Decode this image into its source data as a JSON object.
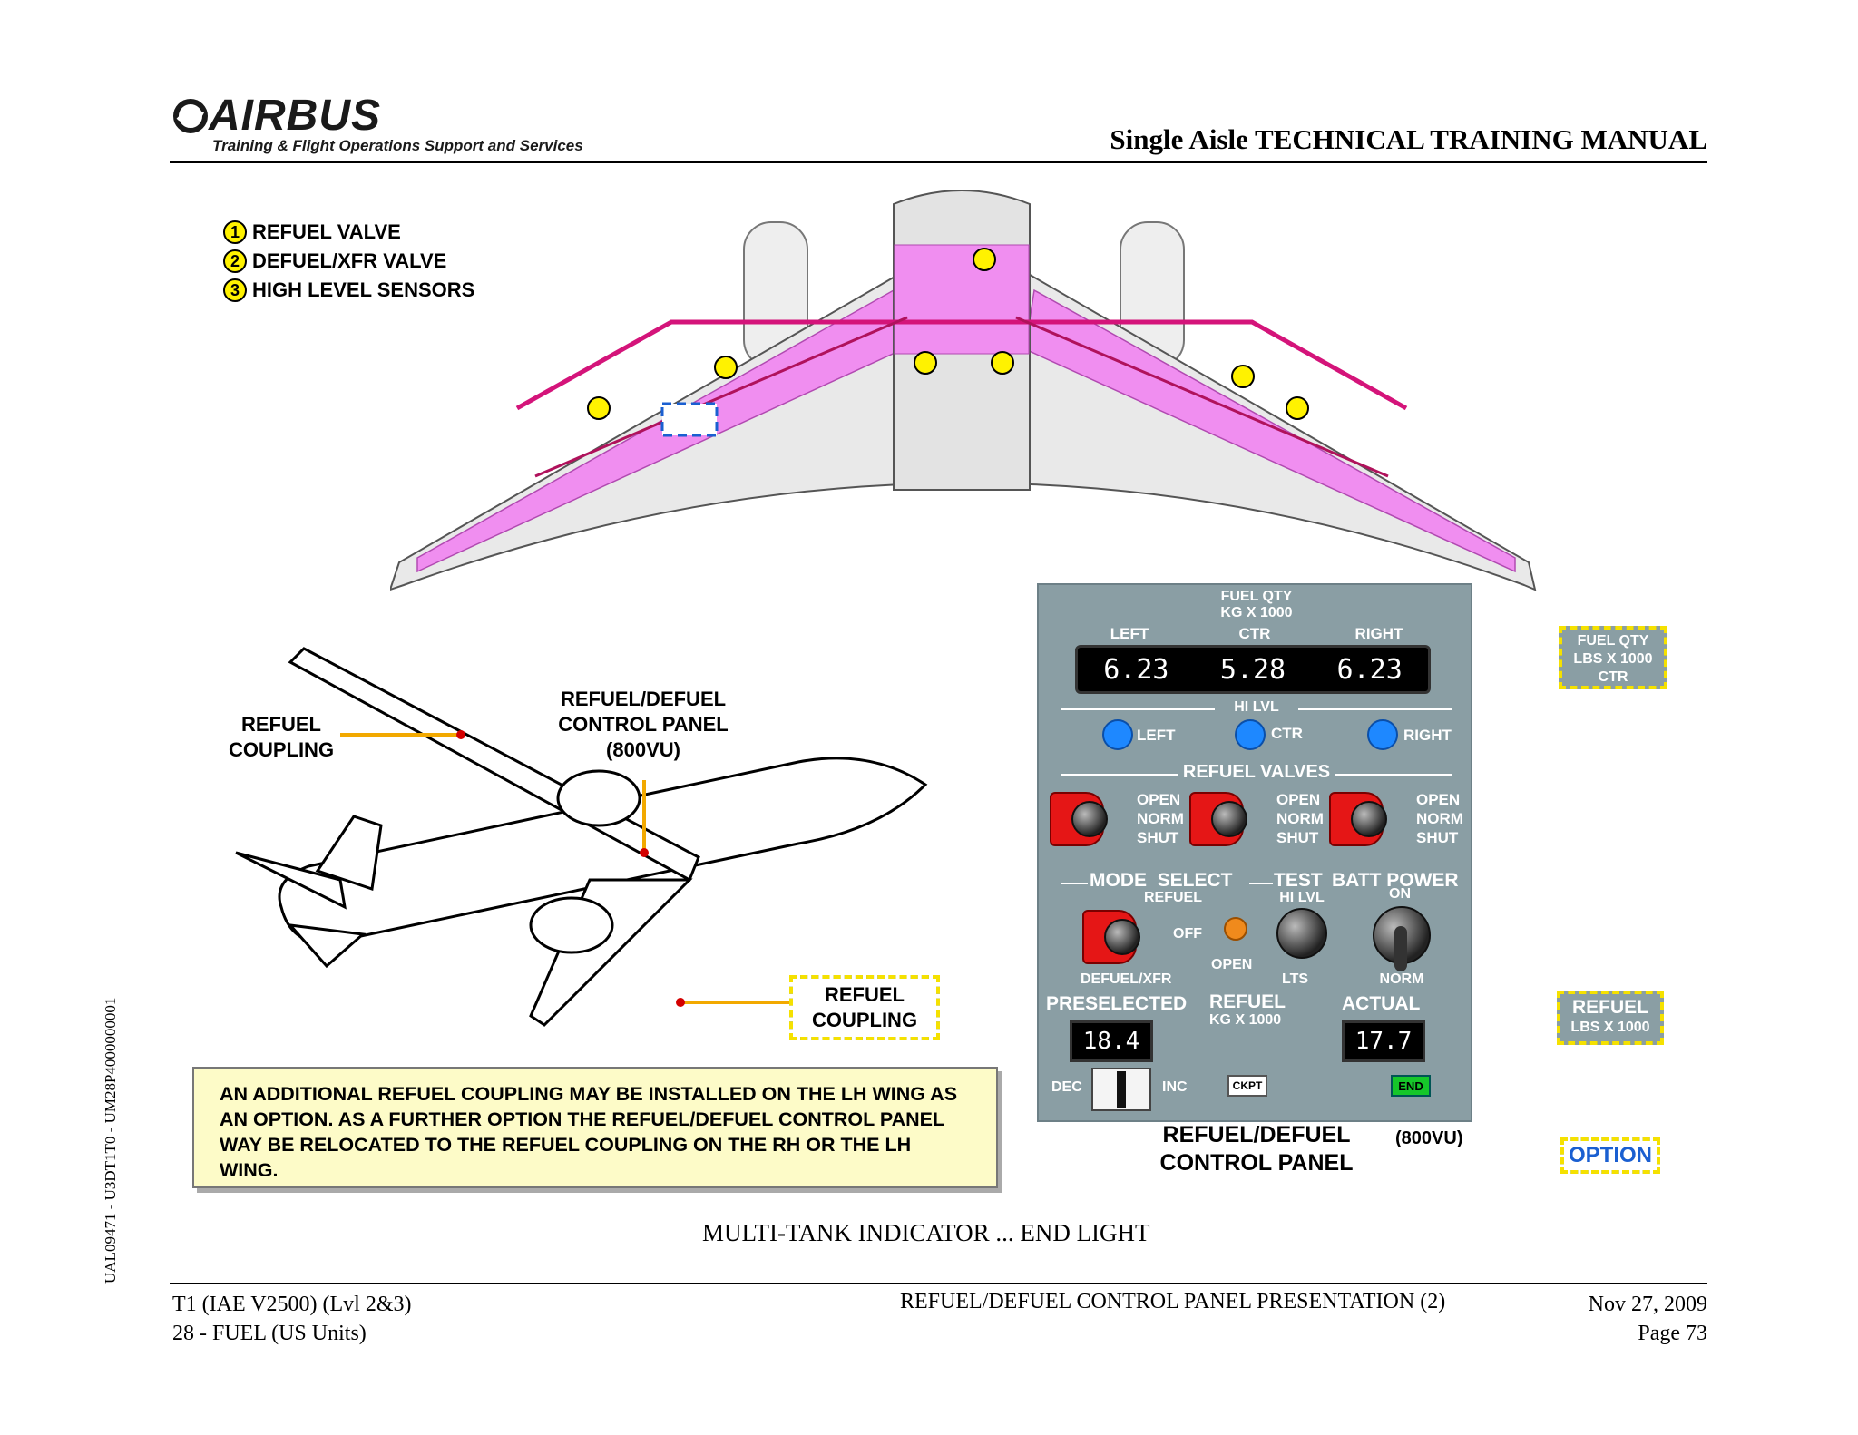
{
  "header": {
    "brand": "AIRBUS",
    "brand_tagline": "Training & Flight Operations Support and Services",
    "manual_title": "Single Aisle TECHNICAL TRAINING MANUAL"
  },
  "side_code": "UAL09471 - U3DT1T0 - UM28P4000000001",
  "legend": [
    {
      "num": "1",
      "label": "REFUEL VALVE"
    },
    {
      "num": "2",
      "label": "DEFUEL/XFR VALVE"
    },
    {
      "num": "3",
      "label": "HIGH LEVEL SENSORS"
    }
  ],
  "callouts": {
    "refuel_coupling_left": [
      "REFUEL",
      "COUPLING"
    ],
    "control_panel": [
      "REFUEL/DEFUEL",
      "CONTROL PANEL",
      "(800VU)"
    ],
    "refuel_coupling_right": [
      "REFUEL",
      "COUPLING"
    ]
  },
  "note": "AN ADDITIONAL REFUEL COUPLING MAY BE INSTALLED ON THE LH WING AS AN OPTION. AS A FURTHER OPTION THE REFUEL/DEFUEL CONTROL PANEL WAY BE RELOCATED TO THE REFUEL COUPLING ON THE RH OR THE LH WING.",
  "panel": {
    "fuel_qty_title": [
      "FUEL QTY",
      "KG X 1000"
    ],
    "col_left": "LEFT",
    "col_ctr": "CTR",
    "col_right": "RIGHT",
    "qty_left": "6.23",
    "qty_ctr": "5.28",
    "qty_right": "6.23",
    "hi_lvl": "HI LVL",
    "hi_left": "LEFT",
    "hi_ctr": "CTR",
    "hi_right": "RIGHT",
    "refuel_valves": "REFUEL VALVES",
    "valve_positions": [
      "OPEN",
      "NORM",
      "SHUT"
    ],
    "mode_select": "MODE  SELECT",
    "mode_refuel": "REFUEL",
    "mode_off": "OFF",
    "mode_defuel": "DEFUEL/XFR",
    "open_label": "OPEN",
    "test": "TEST",
    "test_hi_lvl": "HI LVL",
    "test_lts": "LTS",
    "batt_power": "BATT POWER",
    "batt_on": "ON",
    "batt_norm": "NORM",
    "preselected": "PRESELECTED",
    "refuel_unit": [
      "REFUEL",
      "KG X 1000"
    ],
    "actual": "ACTUAL",
    "preselected_value": "18.4",
    "actual_value": "17.7",
    "dec": "DEC",
    "inc": "INC",
    "ckpt": "CKPT",
    "end": "END"
  },
  "panel_caption": [
    "REFUEL/DEFUEL",
    "CONTROL PANEL"
  ],
  "panel_caption_vu": "(800VU)",
  "options": {
    "fuel_qty_lbs": [
      "FUEL QTY",
      "LBS X 1000",
      "CTR"
    ],
    "refuel_lbs": [
      "REFUEL",
      "LBS X 1000"
    ],
    "option_label": "OPTION"
  },
  "figure_caption": "MULTI-TANK INDICATOR ... END LIGHT",
  "footer": {
    "left_1": "T1 (IAE V2500) (Lvl 2&3)",
    "left_2": "28 - FUEL (US Units)",
    "center": "REFUEL/DEFUEL CONTROL PANEL PRESENTATION (2)",
    "date": "Nov 27, 2009",
    "page": "Page 73"
  },
  "colors": {
    "fuel_pink": "#f08ef0",
    "pipe_magenta": "#d4147a",
    "panel_grey": "#8a9ea4",
    "guard_red": "#e51616",
    "highlight_yellow": "#fff200",
    "option_blue": "#1a5fd1"
  }
}
